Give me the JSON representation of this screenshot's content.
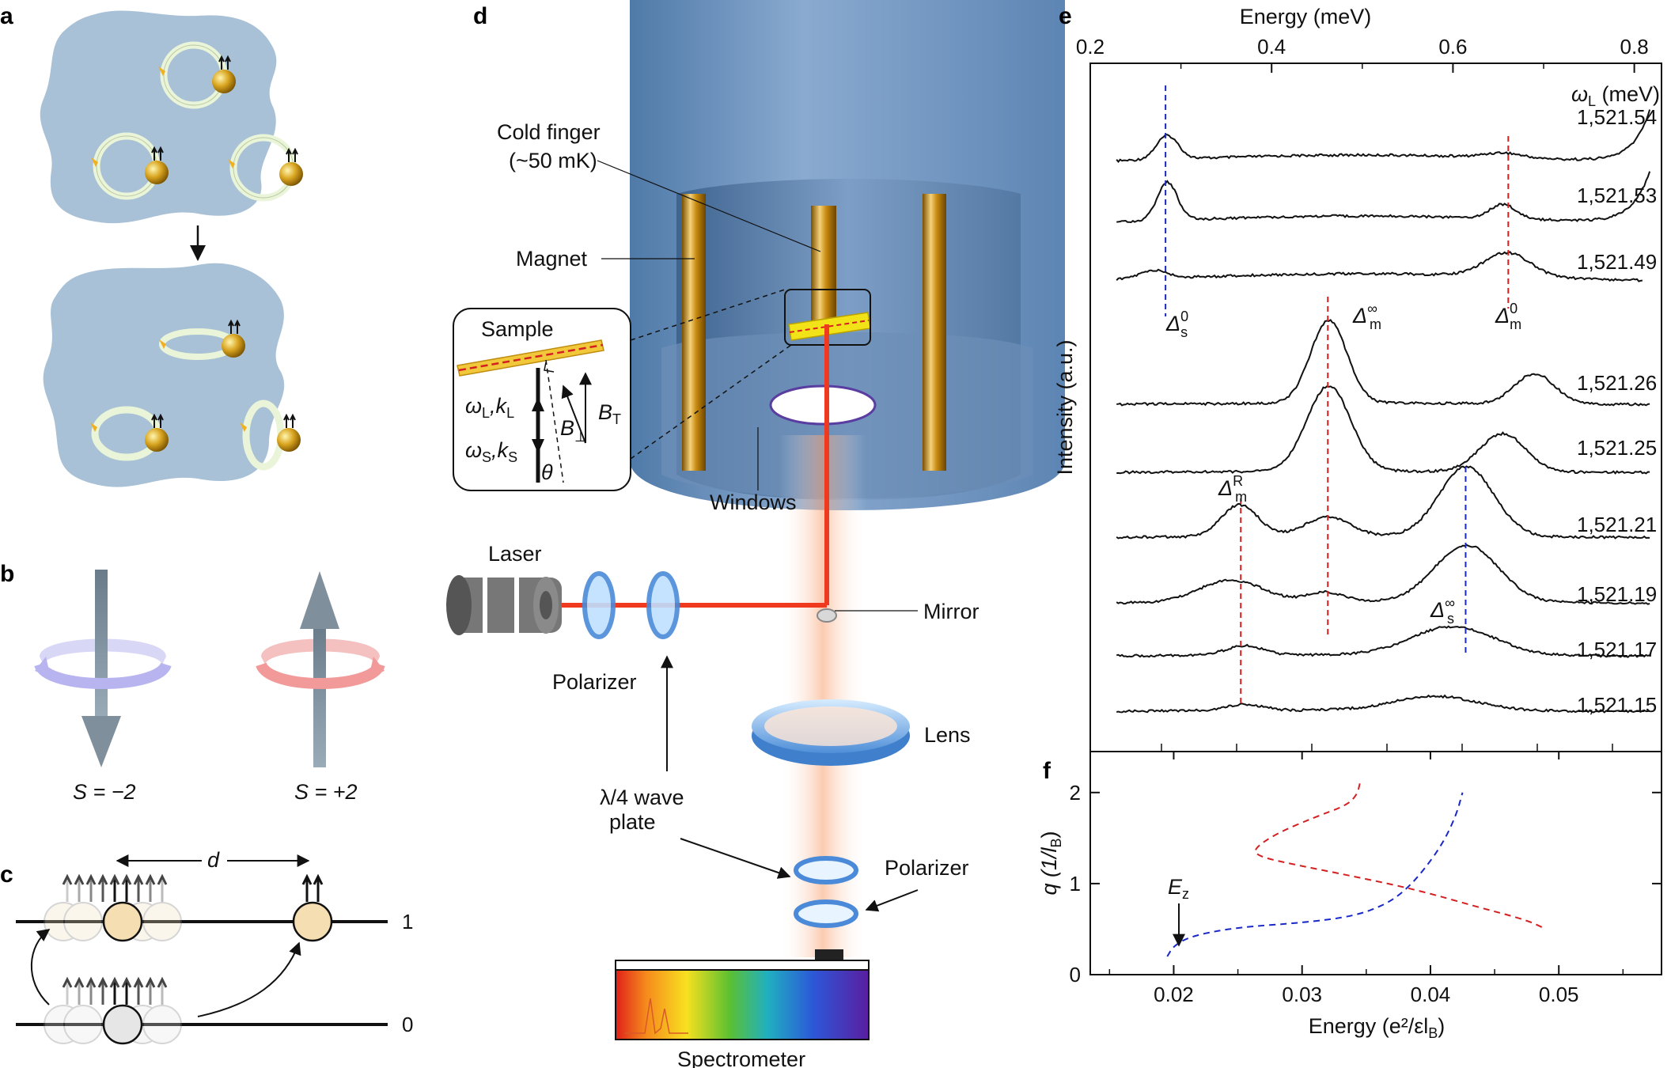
{
  "panels": {
    "a": "a",
    "b": "b",
    "c": "c",
    "d": "d",
    "e": "e",
    "f": "f"
  },
  "panel_b": {
    "spin_minus": "S = −2",
    "spin_plus": "S = +2"
  },
  "panel_c": {
    "separation": "d",
    "level_1": "1",
    "level_0": "0"
  },
  "panel_d": {
    "cold_finger_1": "Cold finger",
    "cold_finger_2": "(~50 mK)",
    "magnet": "Magnet",
    "sample": "Sample",
    "windows": "Windows",
    "laser": "Laser",
    "mirror": "Mirror",
    "polarizer_1": "Polarizer",
    "lens": "Lens",
    "waveplate_1": "λ/4 wave",
    "waveplate_2": "plate",
    "polarizer_2": "Polarizer",
    "spectrometer": "Spectrometer",
    "inset": {
      "wl": "ω",
      "wl_sub": "L",
      "kl": ",k",
      "kl_sub": "L",
      "ws": "ω",
      "ws_sub": "S",
      "ks": ",k",
      "ks_sub": "S",
      "bperp": "B",
      "bperp_sub": "⊥",
      "bt": "B",
      "bt_sub": "T",
      "theta": "θ"
    }
  },
  "colors": {
    "background_blue": "#a8c1d6",
    "cryostat": "#6f93bd",
    "gold": "#d9a520",
    "laser_red": "#f03a20",
    "red_dash": "#d42020",
    "blue_dash": "#1a28c8"
  },
  "chart_data": [
    {
      "panel": "e",
      "type": "line",
      "top_axis_label": "Energy (meV)",
      "top_axis_ticks": [
        "0.2",
        "0.4",
        "0.6",
        "0.8"
      ],
      "xlim": [
        0.2,
        0.83
      ],
      "ylabel": "Intensity (a.u.)",
      "legend_title": "ω",
      "legend_title_sub": "L",
      "legend_title_unit": " (meV)",
      "series": [
        {
          "name": "1,521.54",
          "peaks": [
            [
              0.285,
              30,
              0.012
            ],
            [
              0.655,
              6,
              0.02
            ]
          ],
          "tail_rise": true
        },
        {
          "name": "1,521.53",
          "peaks": [
            [
              0.285,
              48,
              0.011
            ],
            [
              0.655,
              18,
              0.014
            ]
          ],
          "tail_rise": true
        },
        {
          "name": "1,521.49",
          "peaks": [
            [
              0.27,
              10,
              0.015
            ],
            [
              0.66,
              30,
              0.025
            ]
          ]
        },
        {
          "name": "1,521.26",
          "peaks": [
            [
              0.463,
              105,
              0.02
            ],
            [
              0.69,
              38,
              0.022
            ]
          ]
        },
        {
          "name": "1,521.25",
          "peaks": [
            [
              0.463,
              108,
              0.024
            ],
            [
              0.655,
              48,
              0.025
            ]
          ]
        },
        {
          "name": "1,521.21",
          "peaks": [
            [
              0.365,
              40,
              0.02
            ],
            [
              0.462,
              24,
              0.025
            ],
            [
              0.615,
              88,
              0.03
            ]
          ]
        },
        {
          "name": "1,521.19",
          "peaks": [
            [
              0.355,
              28,
              0.035
            ],
            [
              0.46,
              12,
              0.02
            ],
            [
              0.615,
              72,
              0.035
            ]
          ]
        },
        {
          "name": "1,521.17",
          "peaks": [
            [
              0.37,
              12,
              0.02
            ],
            [
              0.6,
              36,
              0.045
            ]
          ]
        },
        {
          "name": "1,521.15",
          "peaks": [
            [
              0.37,
              8,
              0.02
            ],
            [
              0.58,
              18,
              0.045
            ]
          ]
        }
      ],
      "markers": [
        {
          "label": "Δ",
          "sup": "0",
          "sub": "s",
          "x": 0.283,
          "color": "#1a28c8"
        },
        {
          "label": "Δ",
          "sup": "0",
          "sub": "m",
          "x": 0.661,
          "color": "#d42020"
        },
        {
          "label": "Δ",
          "sup": "∞",
          "sub": "m",
          "x": 0.462,
          "color": "#d42020"
        },
        {
          "label": "Δ",
          "sup": "R",
          "sub": "m",
          "x": 0.366,
          "color": "#d42020"
        },
        {
          "label": "Δ",
          "sup": "∞",
          "sub": "s",
          "x": 0.614,
          "color": "#1a28c8"
        }
      ]
    },
    {
      "panel": "f",
      "type": "line",
      "xlabel": "Energy (e²/εl",
      "xlabel_sub": "B",
      "xlabel_end": ")",
      "ylabel": "q (1/l",
      "ylabel_sub": "B",
      "ylabel_end": ")",
      "x_ticks": [
        "0.02",
        "0.03",
        "0.04",
        "0.05"
      ],
      "y_ticks": [
        "0",
        "1",
        "2"
      ],
      "xlim": [
        0.0135,
        0.058
      ],
      "ylim": [
        0,
        2.45
      ],
      "annotation": "E",
      "annotation_sub": "z",
      "series": [
        {
          "name": "",
          "color": "#d42020",
          "x": [
            0.0345,
            0.0343,
            0.0335,
            0.031,
            0.028,
            0.0262,
            0.0266,
            0.029,
            0.034,
            0.039,
            0.0435,
            0.0475,
            0.049
          ],
          "y": [
            2.1,
            1.98,
            1.86,
            1.73,
            1.55,
            1.38,
            1.3,
            1.22,
            1.08,
            0.93,
            0.75,
            0.6,
            0.5
          ]
        },
        {
          "name": "",
          "color": "#1a28c8",
          "x": [
            0.0195,
            0.02,
            0.0215,
            0.025,
            0.03,
            0.034,
            0.0365,
            0.038,
            0.0395,
            0.041,
            0.042,
            0.0425
          ],
          "y": [
            0.2,
            0.32,
            0.43,
            0.52,
            0.57,
            0.64,
            0.77,
            0.92,
            1.15,
            1.45,
            1.75,
            2.0
          ]
        }
      ]
    }
  ]
}
